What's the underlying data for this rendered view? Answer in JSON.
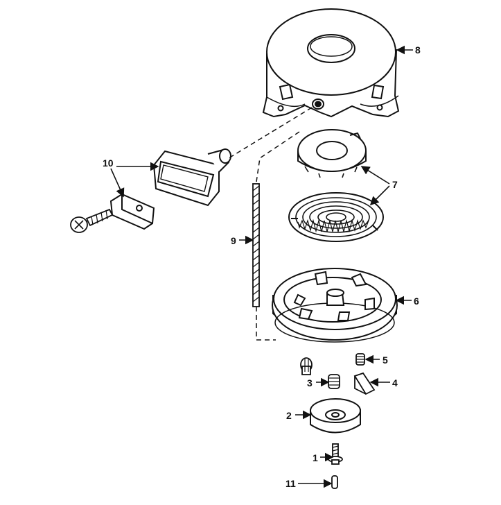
{
  "diagram": {
    "type": "exploded-parts-view",
    "line_color": "#111111",
    "background": "#ffffff",
    "parts": [
      {
        "number": "1",
        "icon": "flanged-shoulder-screw"
      },
      {
        "number": "2",
        "icon": "brake-spring-cup"
      },
      {
        "number": "3",
        "icon": "compression-spring"
      },
      {
        "number": "4",
        "icon": "pawl"
      },
      {
        "number": "5",
        "icon": "small-spring"
      },
      {
        "number": "6",
        "icon": "pulley"
      },
      {
        "number": "7",
        "icon": "spring-keeper-and-recoil-spring"
      },
      {
        "number": "8",
        "icon": "starter-housing"
      },
      {
        "number": "9",
        "icon": "starter-rope"
      },
      {
        "number": "10",
        "icon": "handle-and-insert"
      },
      {
        "number": "11",
        "icon": "pin"
      }
    ]
  }
}
